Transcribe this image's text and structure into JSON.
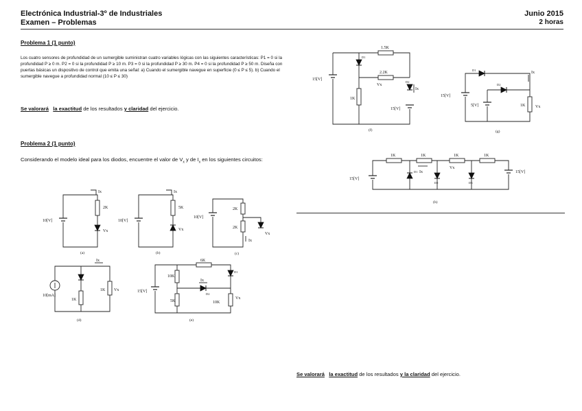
{
  "header": {
    "left_line1": "Electrónica Industrial-3º de Industriales",
    "left_line2": "Examen – Problemas",
    "right_line1": "Junio 2015",
    "right_line2": "2 horas"
  },
  "problem1": {
    "title": "Problema 1 (1 punto)",
    "text": "Los cuatro sensores de profundidad de un sumergible suministran cuatro variables lógicas con las siguientes características: P1 = 0 si la profundidad P ≥ 0 m. P2 = 0 si la profundidad P ≥ 10 m. P3 = 0 si la profundidad P ≥ 30 m. P4 = 0 si la profundidad P ≥ 50 m. Diseña con puertas básicas un dispositivo de control que emita una señal: a) Cuando el sumergible navegue en superficie (0 ≤ P ≤ 5). b) Cuando el sumergible navegue a profundidad normal (10 ≤ P ≤ 30)",
    "grading": {
      "w1": "Se valorará",
      "w2": "la exactitud",
      "w3": "de los resultados",
      "w4": "y claridad",
      "w5": "del ejercicio."
    }
  },
  "problem2": {
    "title": "Problema 2 (1 punto)",
    "text_a": "Considerando el modelo ideal para los diodos, encuentre el valor de V",
    "sub_x": "x",
    "text_b": " y de I",
    "text_c": " en los siguientes circuitos:"
  },
  "grading2": {
    "w1": "Se valorará",
    "w2": "la exactitud",
    "w3": "de los resultados",
    "w4": "y la claridad",
    "w5": "del ejercicio."
  },
  "circuits": {
    "a": {
      "source": "10[V]",
      "res": "2K",
      "ix": "Ix",
      "vx": "Vx",
      "caption": "(a)"
    },
    "b": {
      "source": "10[V]",
      "res": "5K",
      "ix": "Ix",
      "vx": "Vx",
      "caption": "(b)"
    },
    "c": {
      "source": "10[V]",
      "r1": "2K",
      "r2": "2K",
      "ix": "Ix",
      "vx": "Vx",
      "caption": "(c)"
    },
    "d": {
      "source": "10[mA]",
      "r1": "1K",
      "r2": "1K",
      "ix": "Ix",
      "vx": "Vx",
      "caption": "(d)"
    },
    "e": {
      "source": "15[V]",
      "r1": "10K",
      "r2": "5K",
      "r3": "6K",
      "r4": "10K",
      "d1": "D1",
      "d2": "D2",
      "ix": "Ix",
      "vx": "Vx",
      "caption": "(e)"
    },
    "f": {
      "source1": "15[V]",
      "source2": "15[V]",
      "r1": "1.5K",
      "r2": "2.2K",
      "r3": "1K",
      "d1": "D1",
      "d2": "D2",
      "ix": "Ix",
      "vx": "Vx",
      "caption": "(f)"
    },
    "g": {
      "source1": "15[V]",
      "source2": "5[V]",
      "res": "1K",
      "d1": "D1",
      "d2": "D2",
      "ix": "Ix",
      "vx": "Vx",
      "caption": "(g)"
    },
    "h": {
      "source1": "15[V]",
      "source2": "15[V]",
      "r1": "1K",
      "r2": "1K",
      "r3": "1K",
      "r4": "1K",
      "d1": "D1",
      "d2": "D2",
      "d3": "D3",
      "ix": "Ix",
      "vx": "Vx",
      "caption": "(h)"
    }
  }
}
